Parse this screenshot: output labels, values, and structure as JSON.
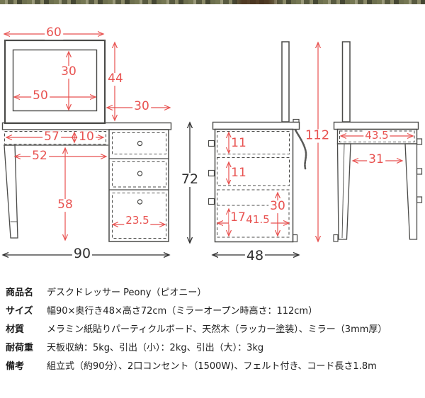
{
  "colors": {
    "dimension_red": "#e85250",
    "dimension_black": "#2f2f2f",
    "line_dark": "#4b4b49"
  },
  "diagram": {
    "front_view": {
      "mirror_outer_width": "60",
      "mirror_inner_height": "30",
      "mirror_inner_width": "50",
      "mirror_frame_height": "44",
      "mirror_to_edge_width": "30",
      "shelf_width": "57",
      "shelf_height": "10",
      "knee_space_width": "52",
      "knee_space_height": "58",
      "drawer_width": "23.5",
      "total_width": "90",
      "total_height": "72"
    },
    "side_view": {
      "drawer_small_height_1": "11",
      "drawer_small_height_2": "11",
      "drawer_large_height": "30",
      "drawer_inner_height": "17",
      "drawer_inner_depth": "41.5",
      "total_depth": "48",
      "mirror_open_height": "112"
    },
    "back_view": {
      "top_inner_width": "43.5",
      "leg_inner_width": "31"
    }
  },
  "spec_table": {
    "rows": [
      {
        "label": "商品名",
        "value": "デスクドレッサー Peony（ピオニー）"
      },
      {
        "label": "サイズ",
        "value": "幅90×奥行き48×高さ72cm（ミラーオープン時高さ：112cm）"
      },
      {
        "label": "材質",
        "value": "メラミン紙貼りパーティクルボード、天然木（ラッカー塗装）、ミラー（3mm厚）"
      },
      {
        "label": "耐荷重",
        "value": "天板収納：5kg、引出（小）：2kg、引出（大）：3kg"
      },
      {
        "label": "備考",
        "value": "組立式（約90分）、2口コンセント（1500W)、フェルト付き、コード長さ1.8m"
      }
    ]
  }
}
